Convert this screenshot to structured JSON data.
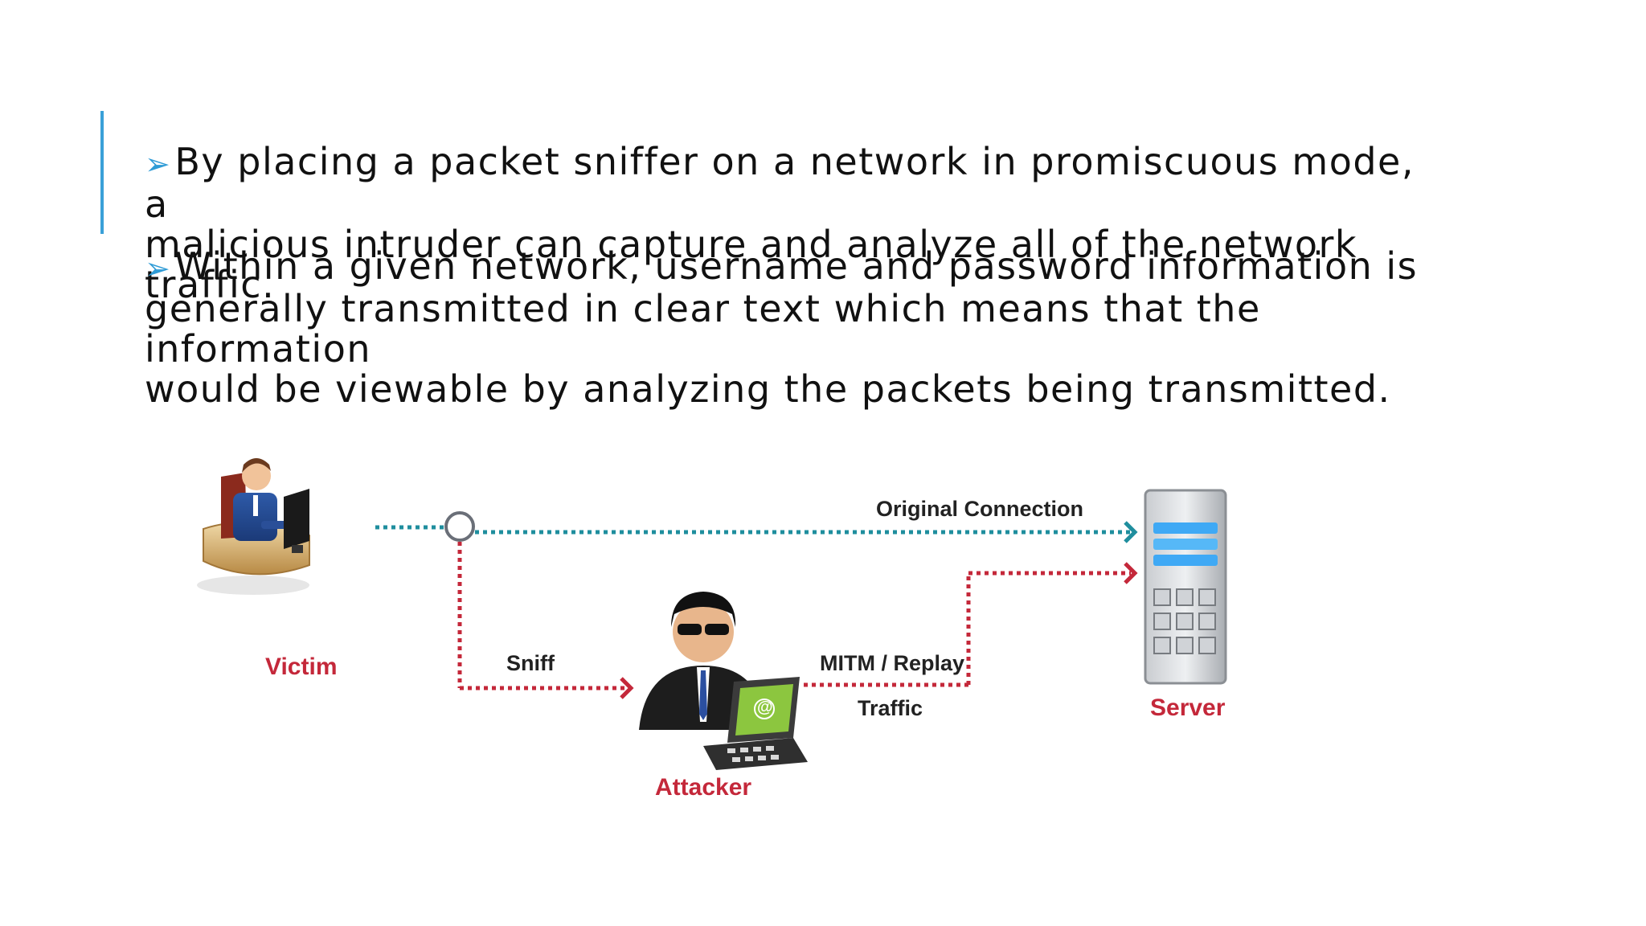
{
  "bullets": [
    {
      "arrow": "➢",
      "line1": "By placing a packet sniffer on a network in promiscuous mode, a",
      "line2": "malicious intruder can capture and analyze all of the network traffic."
    },
    {
      "arrow": "➢",
      "line1": "Within a given network, username and password information is",
      "line2": "generally transmitted in clear text which means that the information",
      "line3": "would be viewable by analyzing the packets being transmitted."
    }
  ],
  "diagram": {
    "labels": {
      "original_connection": "Original Connection",
      "victim": "Victim",
      "sniff": "Sniff",
      "mitm": "MITM / Replay",
      "traffic": "Traffic",
      "server": "Server",
      "attacker": "Attacker",
      "laptop_symbol": "@"
    },
    "colors": {
      "teal_line": "#1f8e9e",
      "red_line": "#c4283a",
      "accent": "#3aa0d8"
    }
  }
}
